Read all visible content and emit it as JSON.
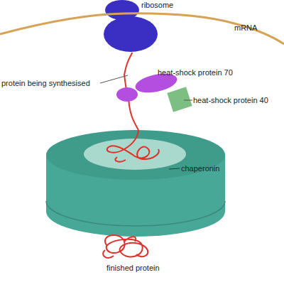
{
  "diagram": {
    "nodes": [
      {
        "text": [
          "ribosome"
        ]
      },
      {
        "text": [
          "heat-shock protein 70"
        ]
      },
      {
        "text": [
          "heat-shock protein 40"
        ]
      },
      {
        "text": [
          "chaperonin"
        ]
      }
    ],
    "edges": [
      {
        "from": 0,
        "to": 1,
        "arrow": "none"
      },
      {
        "from": 1,
        "to": 3,
        "arrow": "none"
      }
    ],
    "labels": [
      "mRNA",
      "protein being synthesised",
      "finished protein"
    ]
  }
}
